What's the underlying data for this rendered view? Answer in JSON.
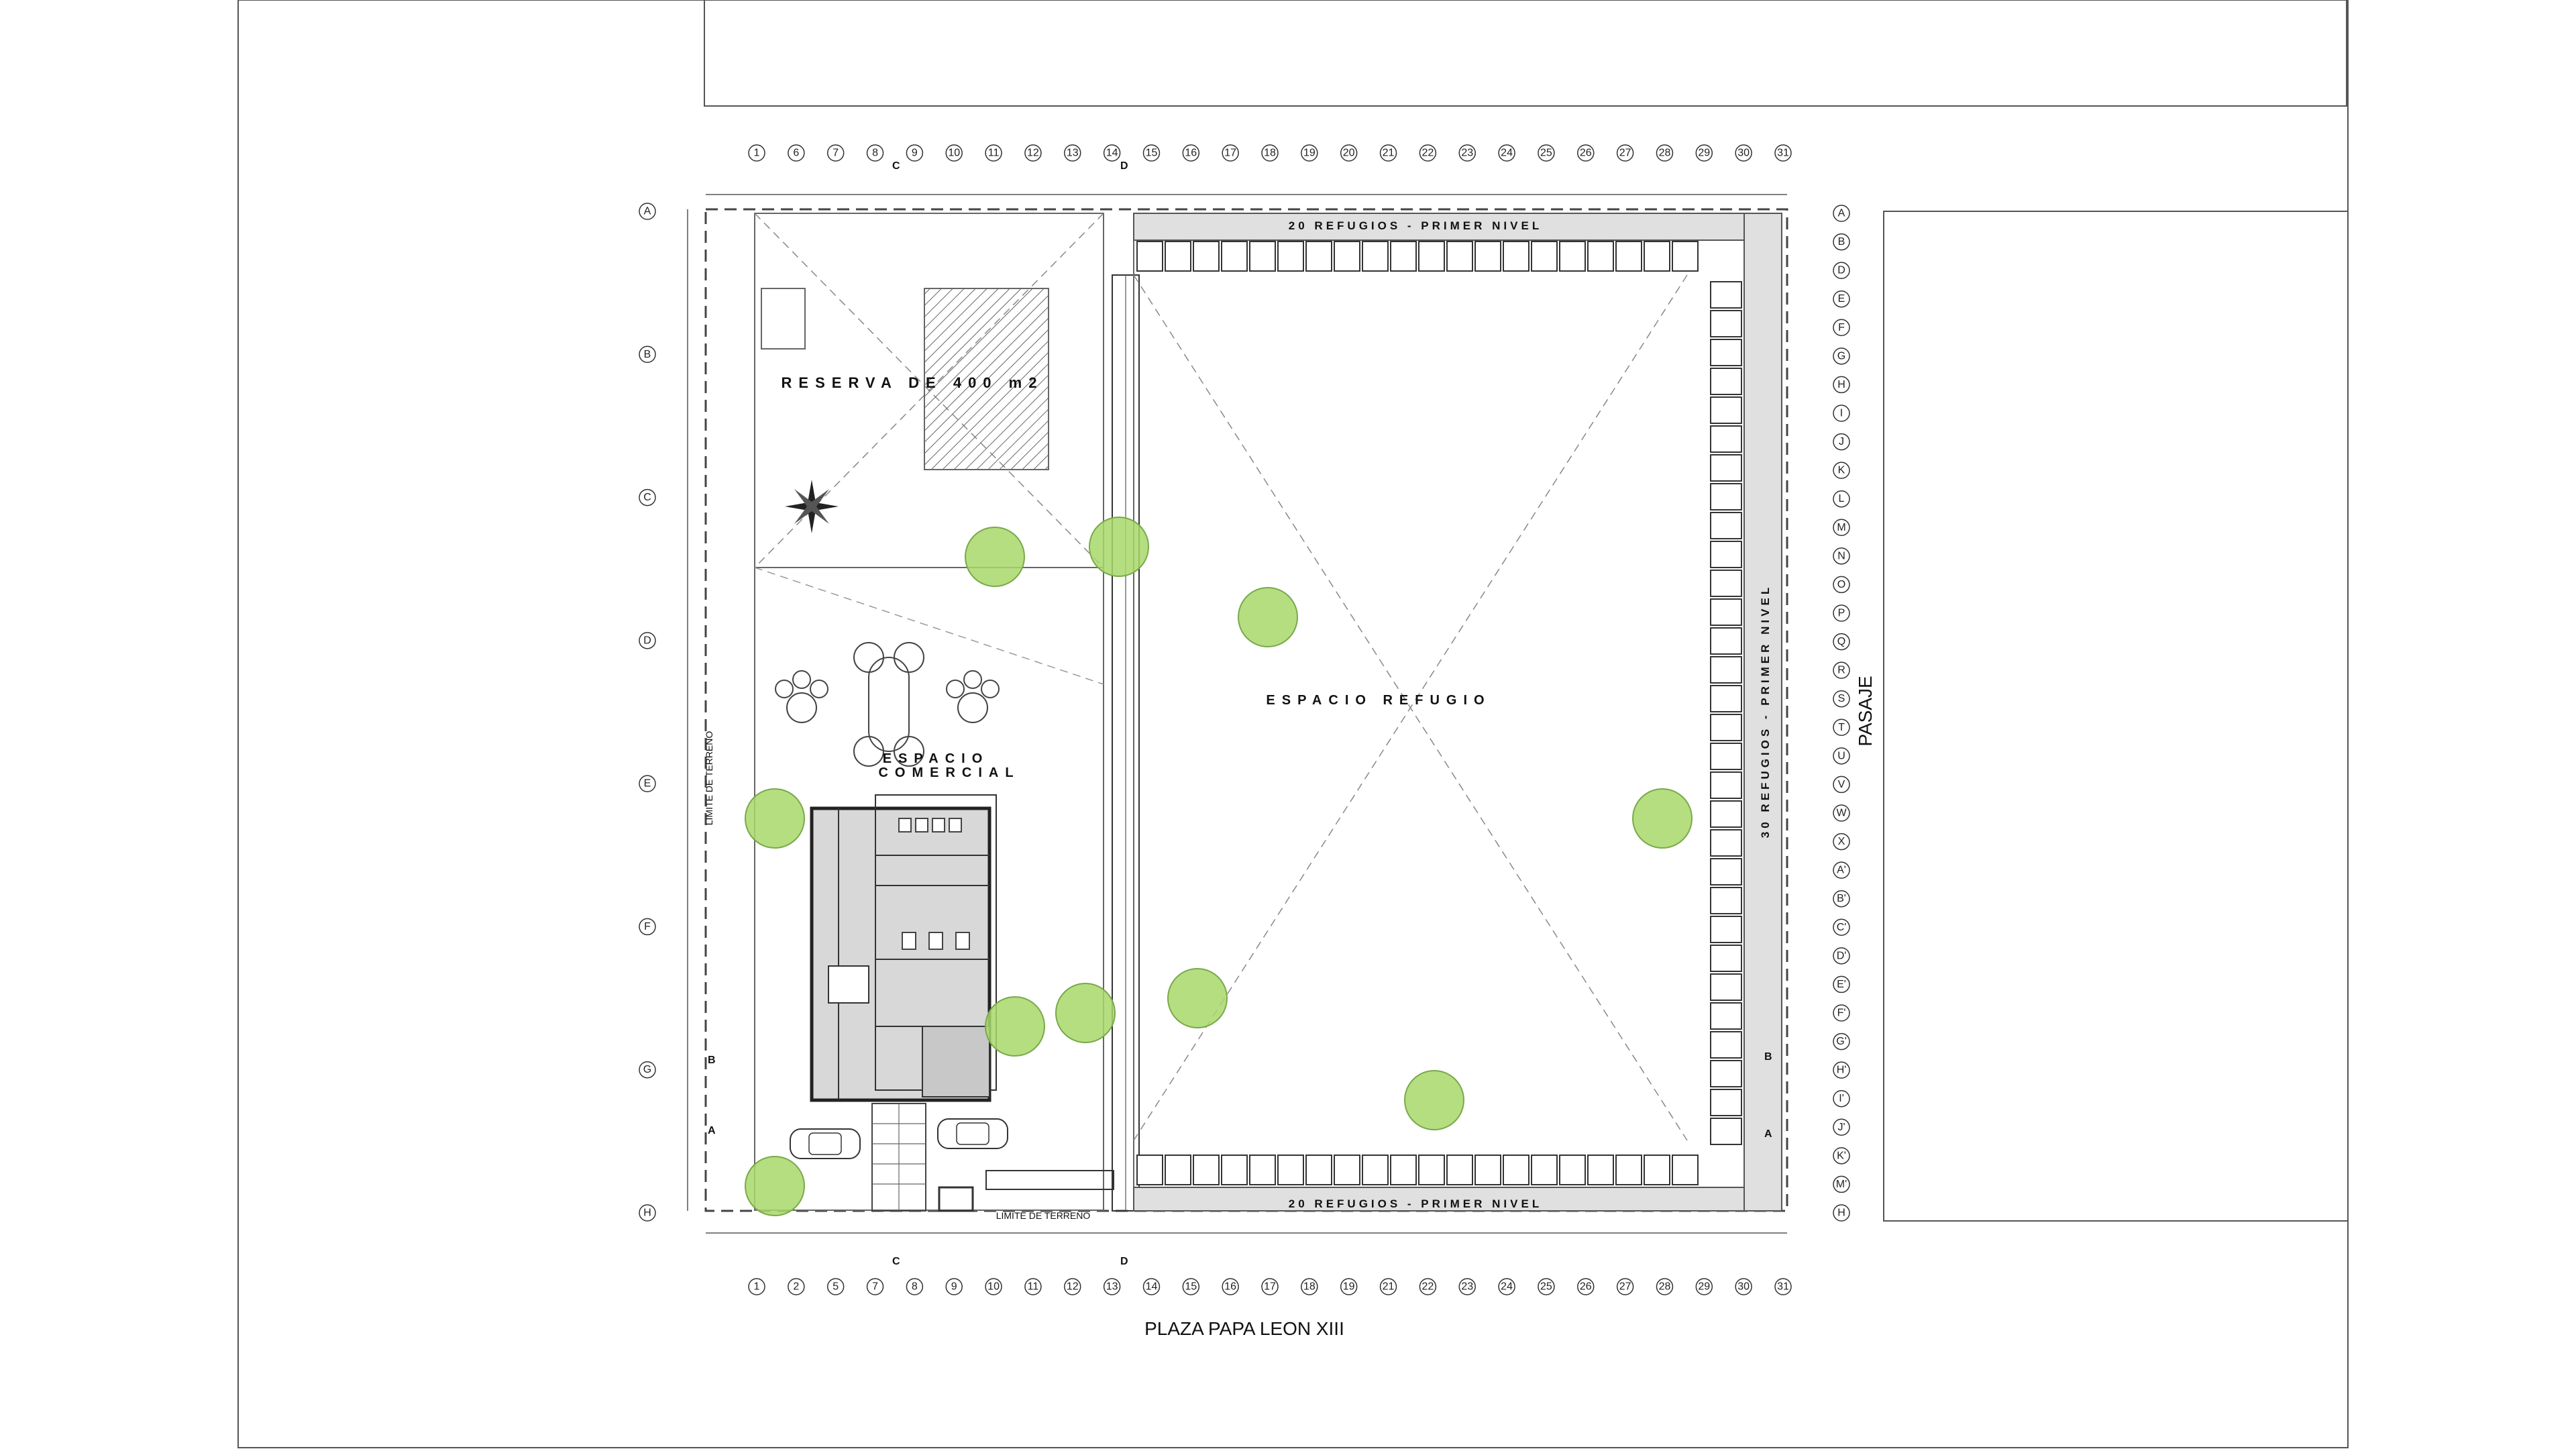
{
  "labels": {
    "reserva": "RESERVA DE 400 m2",
    "espacio_comercial_1": "ESPACIO",
    "espacio_comercial_2": "COMERCIAL",
    "espacio_refugio": "ESPACIO REFUGIO",
    "refugios_top": "20 REFUGIOS - PRIMER NIVEL",
    "refugios_bottom": "20 REFUGIOS - PRIMER NIVEL",
    "refugios_right": "30 REFUGIOS - PRIMER NIVEL",
    "pasaje": "PASAJE",
    "plaza": "PLAZA PAPA LEON XIII",
    "limite_left": "LIMITE DE TERRENO",
    "limite_bottom": "LIMITE DE TERRENO"
  },
  "grid_columns_top": [
    "1",
    "6",
    "7",
    "8",
    "9",
    "10",
    "11",
    "12",
    "13",
    "14",
    "15",
    "16",
    "17",
    "18",
    "19",
    "20",
    "21",
    "22",
    "23",
    "24",
    "25",
    "26",
    "27",
    "28",
    "29",
    "30",
    "31"
  ],
  "grid_columns_bottom": [
    "1",
    "2",
    "5",
    "7",
    "8",
    "9",
    "10",
    "11",
    "12",
    "13",
    "14",
    "15",
    "16",
    "17",
    "18",
    "19",
    "21",
    "22",
    "23",
    "24",
    "25",
    "26",
    "27",
    "28",
    "29",
    "30",
    "31"
  ],
  "grid_rows_left": [
    "A",
    "B",
    "C",
    "D",
    "E",
    "F",
    "G",
    "H"
  ],
  "grid_rows_right": [
    "A",
    "B",
    "D",
    "E",
    "F",
    "G",
    "H",
    "I",
    "J",
    "K",
    "L",
    "M",
    "N",
    "O",
    "P",
    "Q",
    "R",
    "S",
    "T",
    "U",
    "V",
    "W",
    "X",
    "A'",
    "B'",
    "C'",
    "D'",
    "E'",
    "F'",
    "G'",
    "H'",
    "I'",
    "J'",
    "K'",
    "M'",
    "H"
  ],
  "section_marks": [
    "C",
    "D",
    "B",
    "A"
  ],
  "colors": {
    "line": "#333333",
    "tree": "#a8d86a",
    "shelter_band": "#e0e0e0",
    "commercial_fill": "#d4d4d4"
  }
}
